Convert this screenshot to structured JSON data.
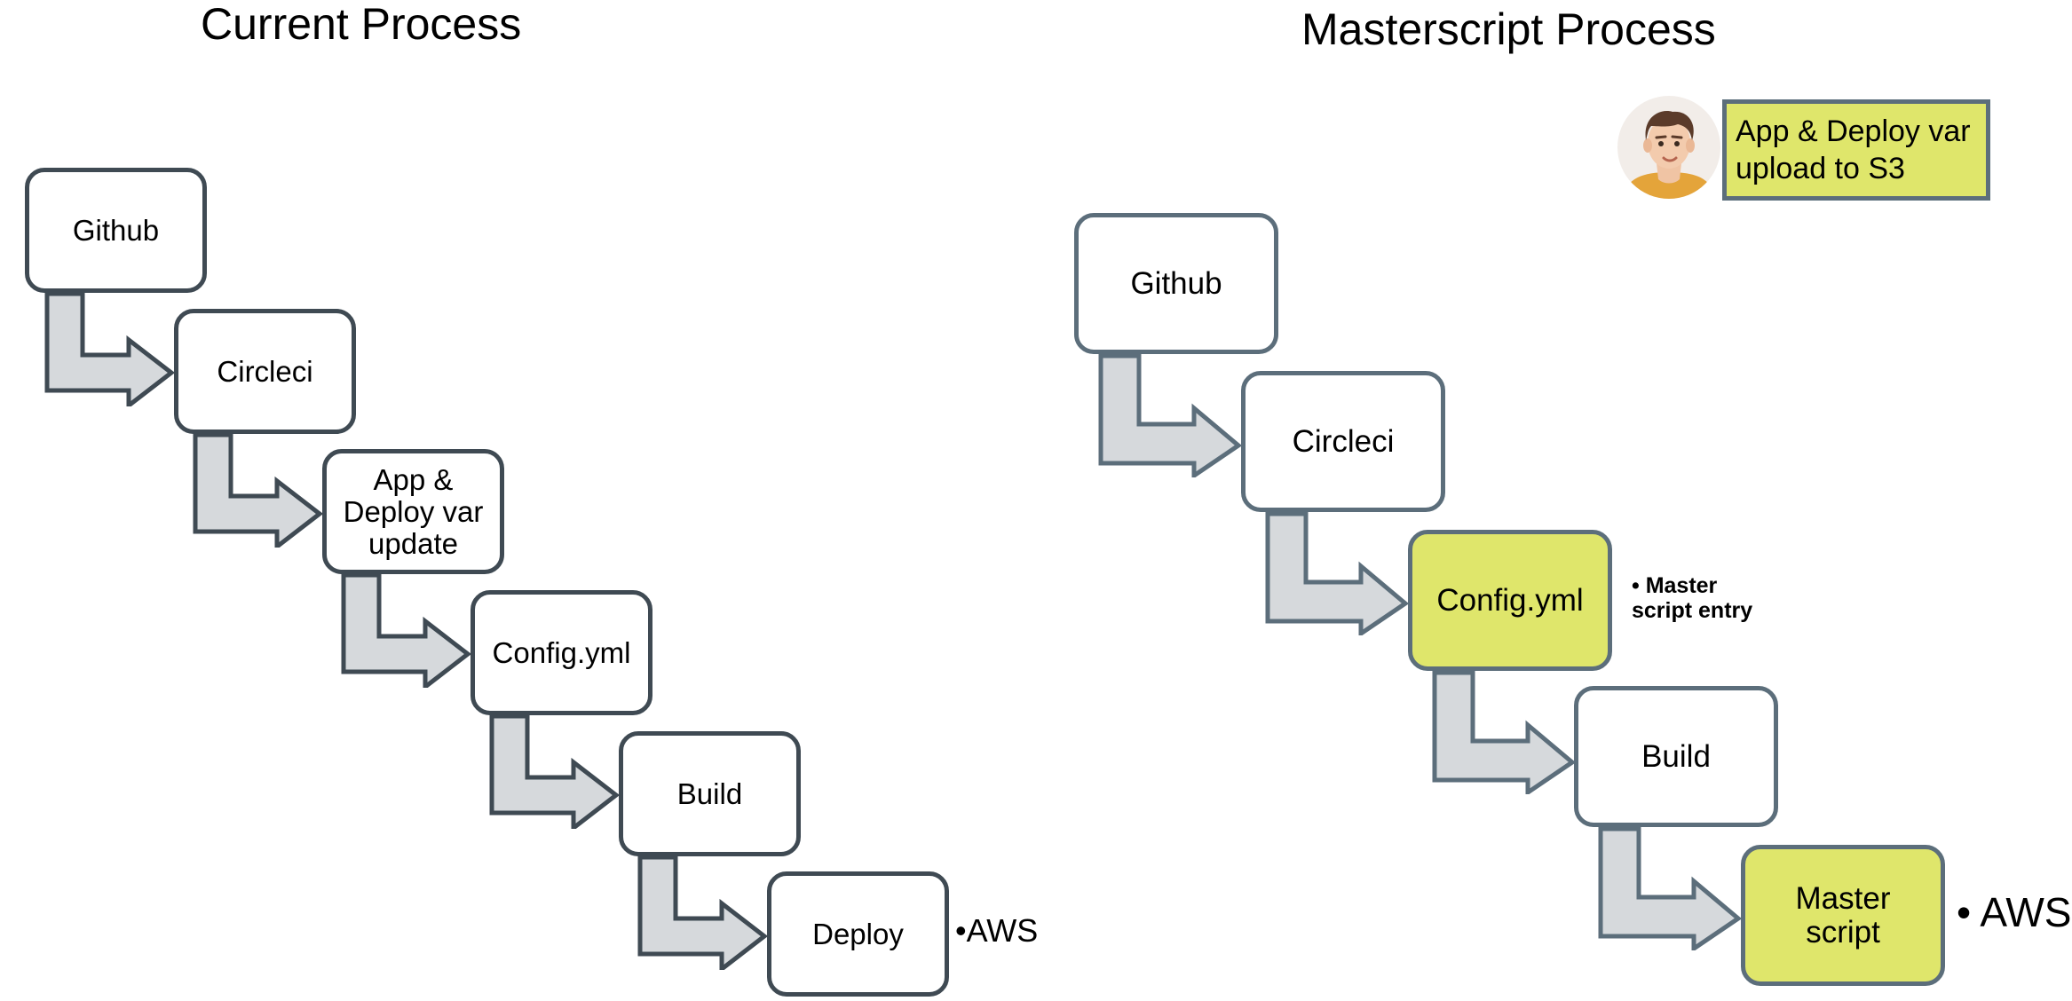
{
  "left": {
    "title": "Current Process",
    "steps": [
      {
        "label": "Github"
      },
      {
        "label": "Circleci"
      },
      {
        "label": "App & Deploy var update"
      },
      {
        "label": "Config.yml"
      },
      {
        "label": "Build"
      },
      {
        "label": "Deploy"
      }
    ],
    "note": "•AWS"
  },
  "right": {
    "title": "Masterscript Process",
    "steps": [
      {
        "label": "Github",
        "highlight": false
      },
      {
        "label": "Circleci",
        "highlight": false
      },
      {
        "label": "Config.yml",
        "highlight": true
      },
      {
        "label": "Build",
        "highlight": false
      },
      {
        "label": "Master script",
        "highlight": true
      }
    ],
    "config_note": "• Master script entry",
    "aws_note": "• AWS",
    "callout": "App & Deploy var upload to S3"
  },
  "colors": {
    "highlight": "#dfe66b",
    "box_border_left": "#3f4a53",
    "box_border_right": "#5c6e7b",
    "arrow_fill": "#d6d9dc"
  },
  "icons": {
    "avatar": "person-avatar-icon",
    "arrows": "bent-arrow-icon"
  }
}
